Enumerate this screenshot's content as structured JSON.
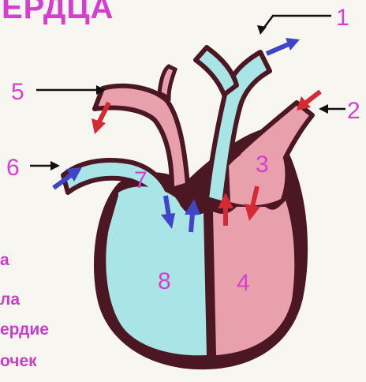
{
  "title": "ЕРДЦА",
  "callout_labels": [
    "1",
    "2",
    "5",
    "6"
  ],
  "region_labels": [
    "3",
    "4",
    "7",
    "8"
  ],
  "legend_fragments": [
    "а",
    "ла",
    "ердие",
    "очек"
  ],
  "colors": {
    "title": "#d43fd0",
    "label": "#d63fd2",
    "wall": "#4a1722",
    "oxygenated": "#e9a0ad",
    "deoxygenated": "#a9e4e6",
    "arrow_blue": "#3f45c6",
    "arrow_red": "#d42a35"
  }
}
